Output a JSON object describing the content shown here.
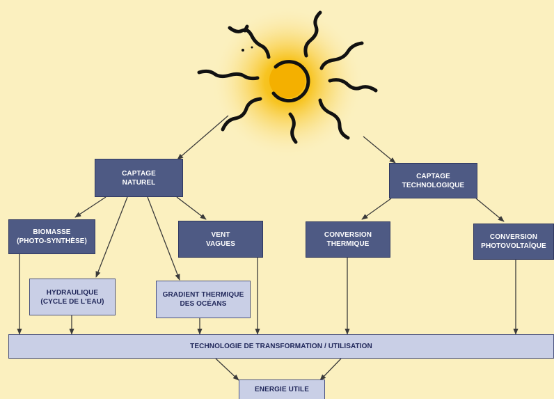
{
  "colors": {
    "background": "#fbf0bf",
    "dark_box": "#4e5a84",
    "light_box": "#c9cfe6",
    "dark_text": "#ffffff",
    "light_text": "#20275a",
    "arrow": "#3a3a3a",
    "sun_ring": "#111111",
    "sun_glow": "#f5b400"
  },
  "icons": {
    "sun": "sun-icon"
  },
  "nodes": {
    "captage_naturel": "CAPTAGE\nNATUREL",
    "captage_technologique": "CAPTAGE\nTECHNOLOGIQUE",
    "biomasse": "BIOMASSE\n(PHOTO-SYNTHÈSE)",
    "vent_vagues": "VENT\nVAGUES",
    "conversion_thermique": "CONVERSION\nTHERMIQUE",
    "conversion_photovoltaique": "CONVERSION\nPHOTOVOLTAÏQUE",
    "hydraulique": "HYDRAULIQUE\n(CYCLE DE L'EAU)",
    "gradient_thermique": "GRADIENT THERMIQUE\nDES OCÉANS",
    "technologie": "TECHNOLOGIE DE TRANSFORMATION / UTILISATION",
    "energie_utile": "ENERGIE UTILE"
  }
}
